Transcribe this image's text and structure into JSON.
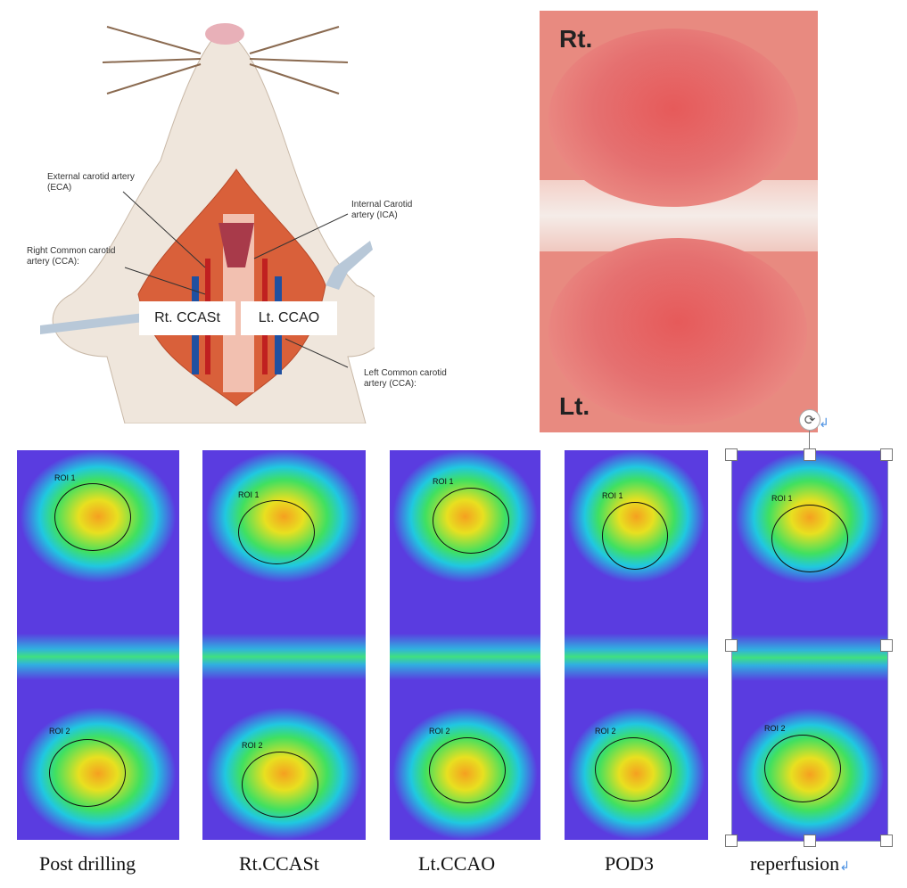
{
  "diagram": {
    "labels": {
      "eca": "External carotid artery (ECA)",
      "ica": "Internal Carotid artery (ICA)",
      "rcca": "Right Common carotid artery (CCA):",
      "lcca": "Left Common carotid artery (CCA):"
    },
    "boxes": {
      "rt": "Rt. CCASt",
      "lt": "Lt. CCAO"
    }
  },
  "photo": {
    "rt": "Rt.",
    "lt": "Lt."
  },
  "panels": [
    {
      "caption": "Post drilling",
      "roi1": "ROI 1",
      "roi2": "ROI 2"
    },
    {
      "caption": "Rt.CCASt",
      "roi1": "ROI 1",
      "roi2": "ROI 2"
    },
    {
      "caption": "Lt.CCAO",
      "roi1": "ROI 1",
      "roi2": "ROI 2"
    },
    {
      "caption": "POD3",
      "roi1": "ROI 1",
      "roi2": "ROI 2"
    },
    {
      "caption": "reperfusion",
      "roi1": "ROI 1",
      "roi2": "ROI 2"
    }
  ],
  "editor": {
    "paragraph_mark": "↲",
    "rotate_icon": "⟳"
  }
}
